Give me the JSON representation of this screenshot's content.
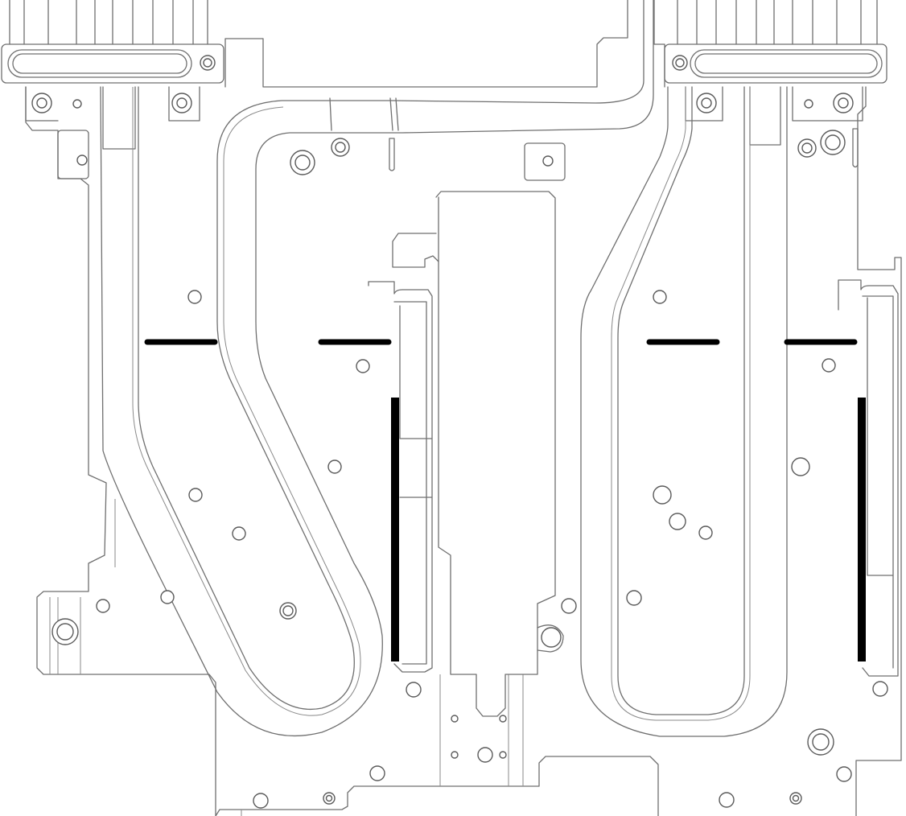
{
  "diagram": {
    "description_labels": [],
    "colors": {
      "line": "#6f6f6f",
      "hole": "#5a5a5a",
      "marker": "#000000",
      "background": "#ffffff"
    },
    "components": {
      "cold_plate_modules": 2,
      "hose_connectors": 2,
      "marker_lines_horizontal": 4,
      "marker_lines_vertical": 2
    }
  }
}
